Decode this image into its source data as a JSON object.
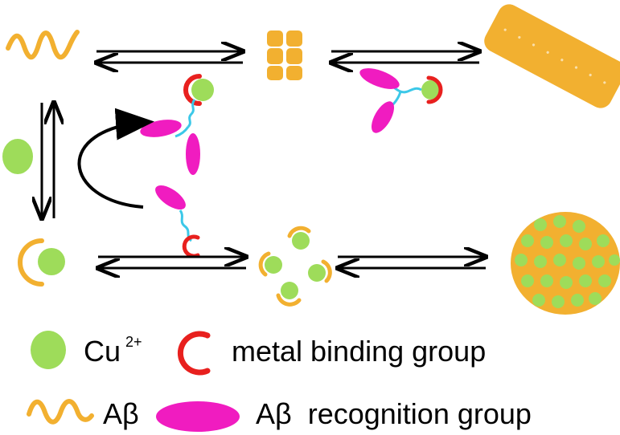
{
  "legend": {
    "cu_label": "Cu",
    "cu_charge": "2+",
    "metal_label": "metal binding group",
    "abeta_label": "Aβ",
    "recognition_label": "Aβ  recognition group"
  },
  "colors": {
    "abeta": "#f2b030",
    "copper": "#9edc5a",
    "copper_edge": "#7cc43e",
    "metal_binder": "#e8201e",
    "recognition": "#f01cc0",
    "linker": "#3cc8e8",
    "arrow": "#000000"
  },
  "icons": [
    "abeta-monomer-icon",
    "abeta-oligomer-icon",
    "abeta-fibril-icon",
    "copper-ion-icon",
    "cu-abeta-complex-icon",
    "cu-abeta-oligomer-icon",
    "amorphous-aggregate-icon",
    "bifunctional-ligand-icon",
    "ligand-cu-complex-icon"
  ]
}
